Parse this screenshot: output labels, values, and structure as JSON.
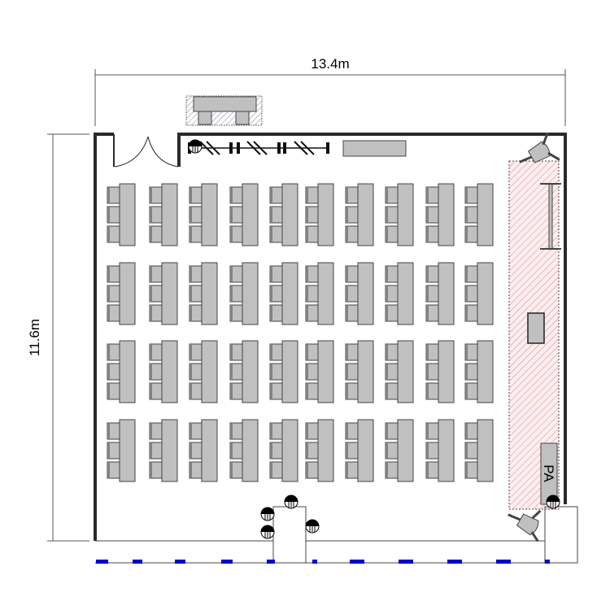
{
  "dimensions": {
    "width_label": "13.4m",
    "height_label": "11.6m"
  },
  "layout": {
    "desk_columns": 10,
    "desk_rows": 4,
    "chairs_per_desk": 3
  },
  "equipment": {
    "pa_label": "PA"
  },
  "colors": {
    "wall": "#2a2a2a",
    "furniture": "#c0c0c0",
    "stage_hatch": "#e08080",
    "window": "#0000cc"
  }
}
